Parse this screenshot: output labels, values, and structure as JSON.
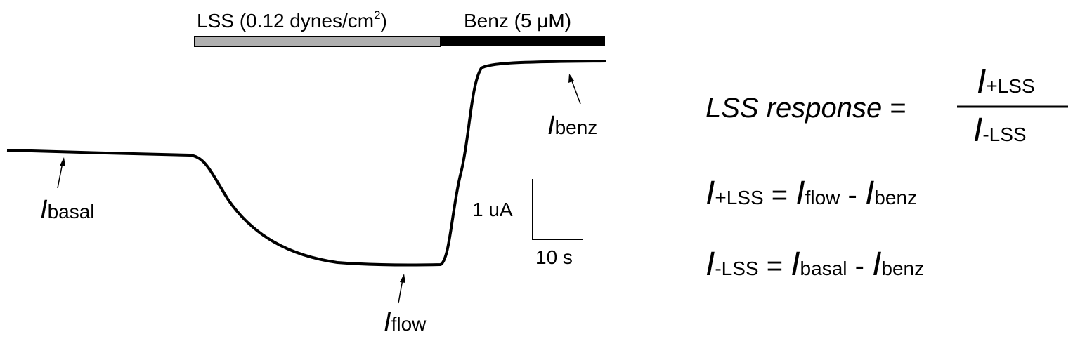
{
  "conditions": {
    "lss_label": "LSS (0.12 dynes/cm",
    "lss_sup": "2",
    "lss_close": ")",
    "benz_label": "Benz (5 μM)",
    "lss_color": "#b0b0b0",
    "benz_color": "#000000"
  },
  "annotations": {
    "basal": {
      "symbol": "I",
      "sub": "basal"
    },
    "flow": {
      "symbol": "I",
      "sub": "flow"
    },
    "benz": {
      "symbol": "I",
      "sub": "benz"
    }
  },
  "scale_bar": {
    "y_label": "1 uA",
    "x_label": "10 s"
  },
  "equations": {
    "response_label": "LSS response",
    "equals": "=",
    "minus": "-",
    "symbol": "I",
    "plus_lss_sub": "+LSS",
    "minus_lss_sub": "-LSS",
    "flow_sub": "flow",
    "benz_sub": "benz",
    "basal_sub": "basal"
  }
}
